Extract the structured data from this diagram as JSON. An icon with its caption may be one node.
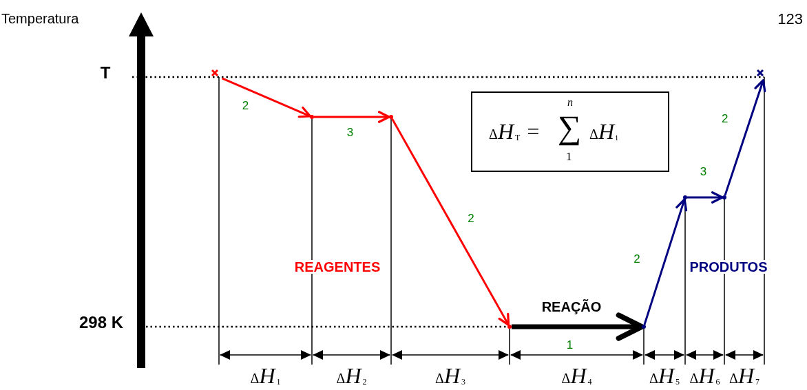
{
  "diagram": {
    "nodes": [
      {
        "text": [],
        "shape": "cross"
      },
      {
        "text": [],
        "shape": "point"
      },
      {
        "text": [],
        "shape": "point"
      },
      {
        "text": [],
        "shape": "point"
      },
      {
        "text": [],
        "shape": "point"
      },
      {
        "text": [],
        "shape": "point"
      },
      {
        "text": [],
        "shape": "point"
      },
      {
        "text": [],
        "shape": "cross"
      },
      {
        "text": [
          "ΔH$_{T}$ =",
          "n",
          "∑",
          "1",
          "ΔH$_{i}$"
        ]
      }
    ],
    "edges": [
      {
        "from": 0,
        "to": 1,
        "arrow": "to",
        "label": "2",
        "color": "#ff0000"
      },
      {
        "from": 1,
        "to": 2,
        "arrow": "to",
        "label": "3",
        "color": "#ff0000"
      },
      {
        "from": 2,
        "to": 3,
        "arrow": "to",
        "label": "2",
        "color": "#ff0000"
      },
      {
        "from": 3,
        "to": 4,
        "arrow": "to",
        "label": "1",
        "style": "thick",
        "color": "#000000"
      },
      {
        "from": 4,
        "to": 5,
        "arrow": "to",
        "label": "2",
        "color": "#000080"
      },
      {
        "from": 5,
        "to": 6,
        "arrow": "to",
        "label": "3",
        "color": "#000080"
      },
      {
        "from": 6,
        "to": 7,
        "arrow": "to",
        "label": "2",
        "color": "#000080"
      }
    ],
    "labels": [
      "Temperatura",
      "123",
      "T",
      "298 K",
      "REAGENTES",
      "REAÇÃO",
      "PRODUTOS",
      "ΔH$_{1}$",
      "ΔH$_{2}$",
      "ΔH$_{3}$",
      "ΔH$_{4}$",
      "ΔH$_{5}$",
      "ΔH$_{6}$",
      "ΔH$_{7}$"
    ]
  }
}
